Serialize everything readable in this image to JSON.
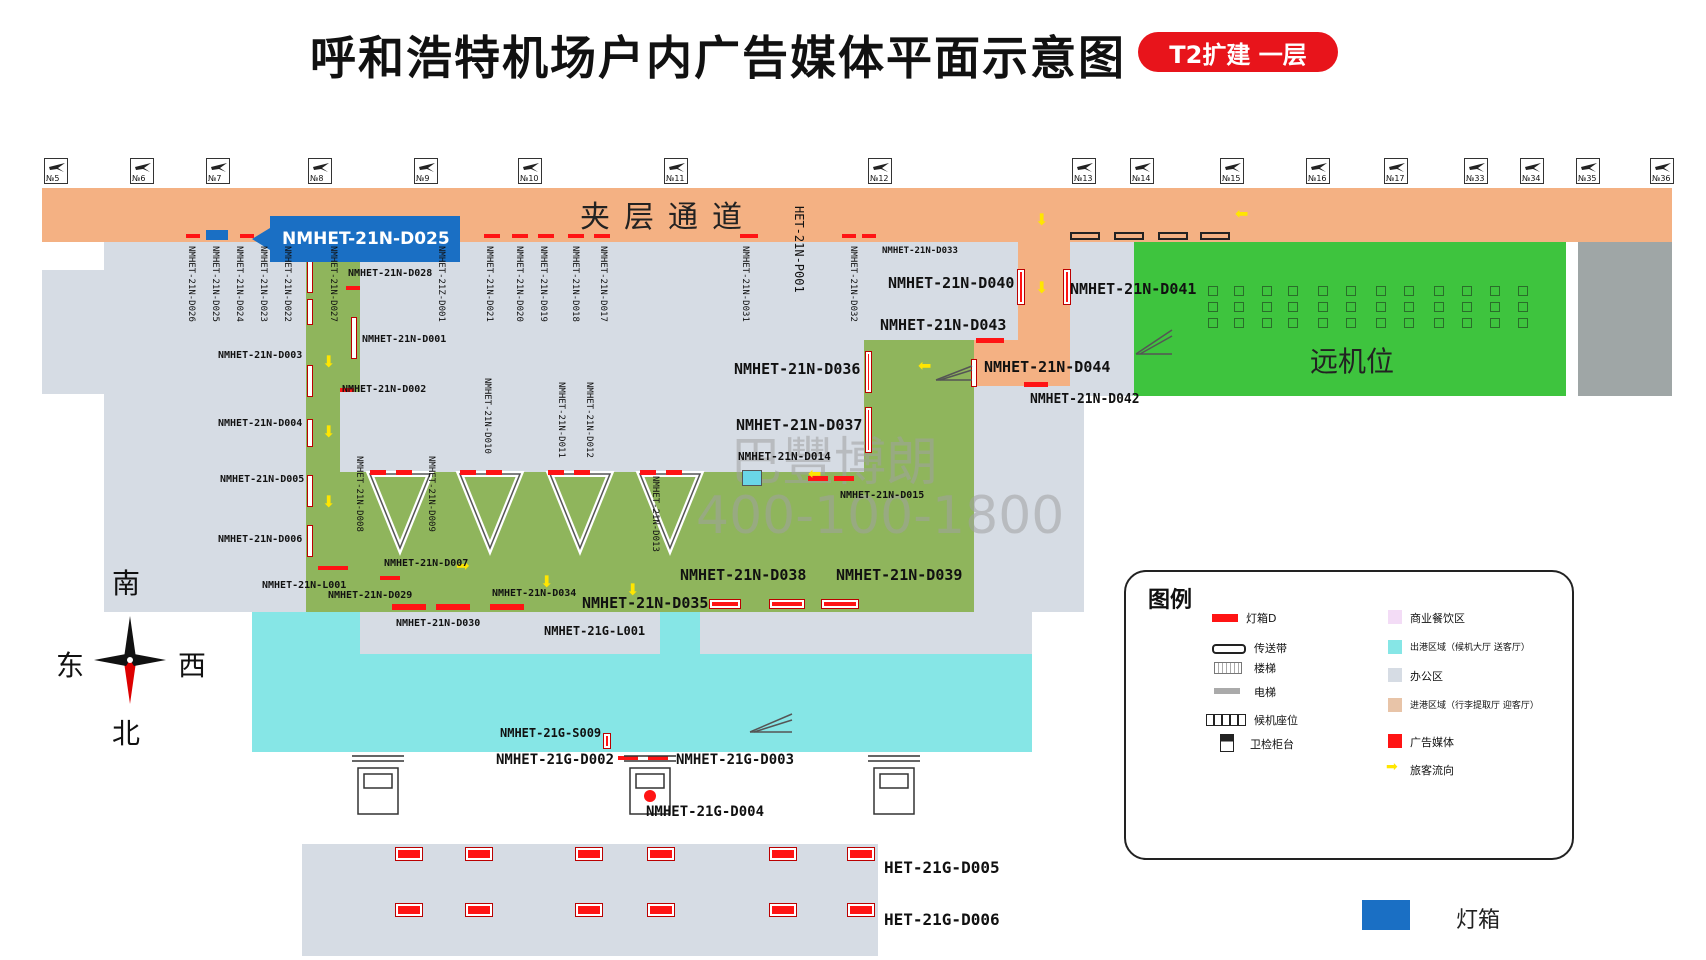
{
  "title": "呼和浩特机场户内广告媒体平面示意图",
  "badge": "T2扩建 一层",
  "corridor_label": "夹层通道",
  "remote_stand": "远机位",
  "callout": "NMHET-21N-D025",
  "gates": [
    "№5",
    "№6",
    "№7",
    "№8",
    "№9",
    "№10",
    "№11",
    "№12",
    "№13",
    "№14",
    "№15",
    "№16",
    "№17",
    "№33",
    "№34",
    "№35",
    "№36"
  ],
  "compass": {
    "south": "南",
    "east": "东",
    "west": "西",
    "north": "北"
  },
  "watermark": {
    "line1": "巴豐博朗",
    "line2": "400-100-1800"
  },
  "labels": {
    "d003": "NMHET-21N-D003",
    "d004": "NMHET-21N-D004",
    "d005": "NMHET-21N-D005",
    "d006": "NMHET-21N-D006",
    "l001": "NMHET-21N-L001",
    "d029": "NMHET-21N-D029",
    "d030": "NMHET-21N-D030",
    "d007": "NMHET-21N-D007",
    "d034": "NMHET-21N-D034",
    "d035": "NMHET-21N-D035",
    "d038": "NMHET-21N-D038",
    "d039": "NMHET-21N-D039",
    "d036": "NMHET-21N-D036",
    "d037": "NMHET-21N-D037",
    "d014": "NMHET-21N-D014",
    "d015": "NMHET-21N-D015",
    "d040": "NMHET-21N-D040",
    "d043": "NMHET-21N-D043",
    "d041": "NMHET-21N-D041",
    "d044": "NMHET-21N-D044",
    "d042": "NMHET-21N-D042",
    "d033": "NMHET-21N-D033",
    "d028": "NMHET-21N-D028",
    "d001": "NMHET-21N-D001",
    "d002": "NMHET-21N-D002",
    "gl001": "NMHET-21G-L001",
    "gs009": "NMHET-21G-S009",
    "gd002": "NMHET-21G-D002",
    "gd003": "NMHET-21G-D003",
    "gd004": "NMHET-21G-D004",
    "gd005": "HET-21G-D005",
    "gd006": "HET-21G-D006"
  },
  "vlabels": {
    "d026": "NMHET-21N-D026",
    "d025": "NMHET-21N-D025",
    "d024": "NMHET-21N-D024",
    "d023": "NMHET-21N-D023",
    "d022": "NMHET-21N-D022",
    "d027": "NMHET-21N-D027",
    "z001": "NMHET-21Z-D001",
    "d021": "NMHET-21N-D021",
    "d020": "NMHET-21N-D020",
    "d019": "NMHET-21N-D019",
    "d018": "NMHET-21N-D018",
    "d017": "NMHET-21N-D017",
    "d031": "NMHET-21N-D031",
    "p001": "HET-21N-P001",
    "d032": "NMHET-21N-D032",
    "d010": "NMHET-21N-D010",
    "d011": "NMHET-21N-D011",
    "d012": "NMHET-21N-D012",
    "d008": "NMHET-21N-D008",
    "d009": "NMHET-21N-D009",
    "d013": "NMHET-21N-D013"
  },
  "legend": {
    "title": "图例",
    "lightbox": "灯箱D",
    "conveyor": "传送带",
    "stairs": "楼梯",
    "elevator": "电梯",
    "seats": "候机座位",
    "security": "卫检柜台",
    "commercial": "商业餐饮区",
    "departure": "出港区域（候机大厅 送客厅）",
    "office": "办公区",
    "arrival": "进港区域（行李提取厅 迎客厅）",
    "media": "广告媒体",
    "flow": "旅客流向"
  },
  "bottom_legend": "灯箱",
  "colors": {
    "corridor": "#f4b183",
    "green": "#8fb55c",
    "remote": "#3ec43e",
    "cyan": "#86e6e6",
    "office": "#d6dce4",
    "red": "#ff1414",
    "blue": "#1a6fc4",
    "badge": "#e8141b"
  }
}
